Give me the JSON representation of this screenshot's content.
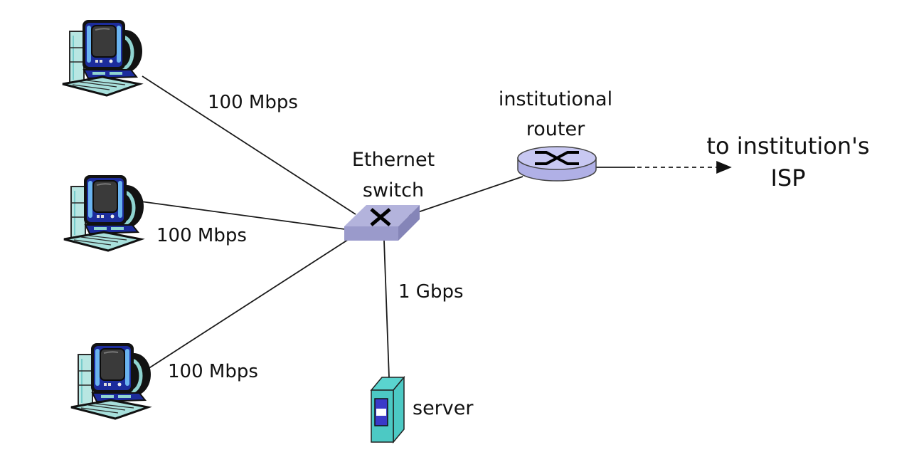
{
  "diagram": {
    "title": "Ethernet switch network topology",
    "colors": {
      "line": "#1a1a1a",
      "switch_top": "#b3b3dc",
      "switch_side": "#9999c4",
      "router_top": "#c8c8f2",
      "router_side": "#b0b0e6",
      "server_body": "#4cc9c4",
      "server_panel": "#3a3ac8",
      "pc_screen_frame": "#1c2c9c",
      "pc_accent": "#6ab4f0",
      "pc_keyboard": "#a8e0dc"
    },
    "nodes": {
      "pc_top": {
        "icon": "desktop-computer-icon"
      },
      "pc_middle": {
        "icon": "desktop-computer-icon"
      },
      "pc_bottom": {
        "icon": "desktop-computer-icon"
      },
      "switch": {
        "icon": "ethernet-switch-icon",
        "label_line1": "Ethernet",
        "label_line2": "switch"
      },
      "router": {
        "icon": "router-icon",
        "label_line1": "institutional",
        "label_line2": "router"
      },
      "server": {
        "icon": "server-icon",
        "label": "server"
      },
      "isp": {
        "label_line1": "to institution's",
        "label_line2": "ISP"
      }
    },
    "links": [
      {
        "from": "pc_top",
        "to": "switch",
        "label": "100 Mbps",
        "style": "solid"
      },
      {
        "from": "pc_middle",
        "to": "switch",
        "label": "100 Mbps",
        "style": "solid"
      },
      {
        "from": "pc_bottom",
        "to": "switch",
        "label": "100 Mbps",
        "style": "solid"
      },
      {
        "from": "switch",
        "to": "server",
        "label": "1 Gbps",
        "style": "solid"
      },
      {
        "from": "switch",
        "to": "router",
        "label": "",
        "style": "solid"
      },
      {
        "from": "router",
        "to": "isp",
        "label": "",
        "style": "dashed-arrow"
      }
    ]
  }
}
